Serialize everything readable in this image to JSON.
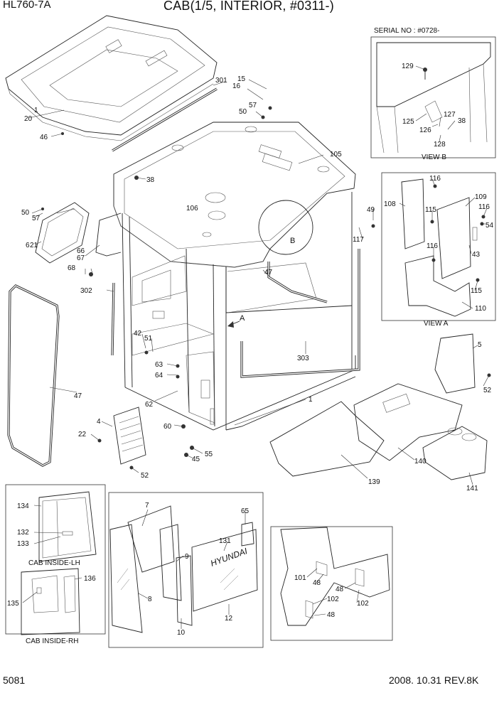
{
  "header": {
    "model": "HL760-7A",
    "title": "CAB(1/5, INTERIOR, #0311-)"
  },
  "footer": {
    "page": "5081",
    "date_rev": "2008. 10.31  REV.8K"
  },
  "views": {
    "serial_note": "SERIAL NO : #0728-",
    "view_b": "VIEW B",
    "view_a": "VIEW A",
    "cab_inside_lh": "CAB INSIDE-LH",
    "cab_inside_rh": "CAB INSIDE-RH",
    "detail_b_marker": "B",
    "arrow_a_marker": "A",
    "glass_brand": "HYUNDAI"
  },
  "callouts": {
    "c1": "1",
    "c4": "4",
    "c5": "5",
    "c6": "6",
    "c7": "7",
    "c8": "8",
    "c9": "9",
    "c10": "10",
    "c12": "12",
    "c15": "15",
    "c16": "16",
    "c20": "20",
    "c21": "21",
    "c22": "22",
    "c38": "38",
    "c38b": "38",
    "c42": "42",
    "c43": "43",
    "c45": "45",
    "c46": "46",
    "c47a": "47",
    "c47b": "47",
    "c48a": "48",
    "c48b": "48",
    "c48c": "48",
    "c49": "49",
    "c50a": "50",
    "c50b": "50",
    "c51": "51",
    "c52a": "52",
    "c52b": "52",
    "c54": "54",
    "c55": "55",
    "c57a": "57",
    "c57b": "57",
    "c60": "60",
    "c62": "62",
    "c63": "63",
    "c64": "64",
    "c65": "65",
    "c66": "66",
    "c67": "67",
    "c68": "68",
    "c101": "101",
    "c102a": "102",
    "c102b": "102",
    "c105": "105",
    "c106": "106",
    "c108": "108",
    "c109": "109",
    "c110": "110",
    "c115a": "115",
    "c115b": "115",
    "c116a": "116",
    "c116b": "116",
    "c116c": "116",
    "c117": "117",
    "c125": "125",
    "c126": "126",
    "c127": "127",
    "c128": "128",
    "c129": "129",
    "c131": "131",
    "c132": "132",
    "c133": "133",
    "c134": "134",
    "c135": "135",
    "c136": "136",
    "c139": "139",
    "c140": "140",
    "c141": "141",
    "c301": "301",
    "c302": "302",
    "c303": "303"
  }
}
